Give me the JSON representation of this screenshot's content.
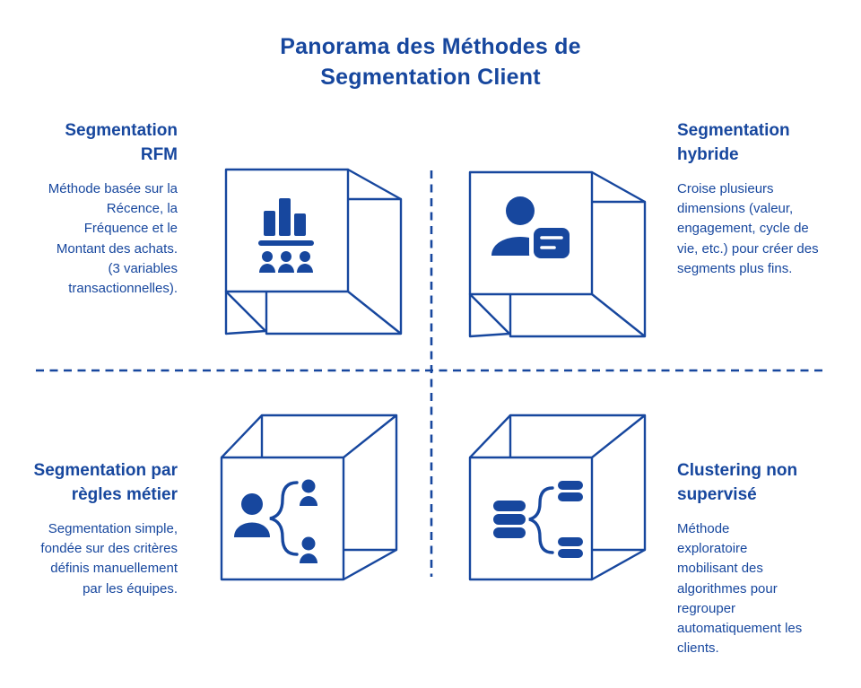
{
  "title": "Panorama des Méthodes de Segmentation Client",
  "colors": {
    "accent": "#17479E",
    "background": "#FFFFFF"
  },
  "quadrants": [
    {
      "id": "segmentation-rfm",
      "title": "Segmentation RFM",
      "description": "Méthode basée sur la Récence, la Fréquence et le Montant des achats. (3 variables transactionnelles).",
      "icon": "bar-chart-people-icon"
    },
    {
      "id": "segmentation-hybride",
      "title": "Segmentation hybride",
      "description": "Croise plusieurs dimensions (valeur, engagement, cycle de vie, etc.) pour créer des segments plus fins.",
      "icon": "person-card-icon"
    },
    {
      "id": "segmentation-regles-metier",
      "title": "Segmentation par règles métier",
      "description": "Segmentation simple, fondée sur des critères définis manuellement par les équipes.",
      "icon": "person-split-icon"
    },
    {
      "id": "clustering-non-supervise",
      "title": "Clustering non supervisé",
      "description": "Méthode exploratoire mobilisant des algorithmes pour regrouper automatiquement les clients.",
      "icon": "database-cluster-icon"
    }
  ]
}
